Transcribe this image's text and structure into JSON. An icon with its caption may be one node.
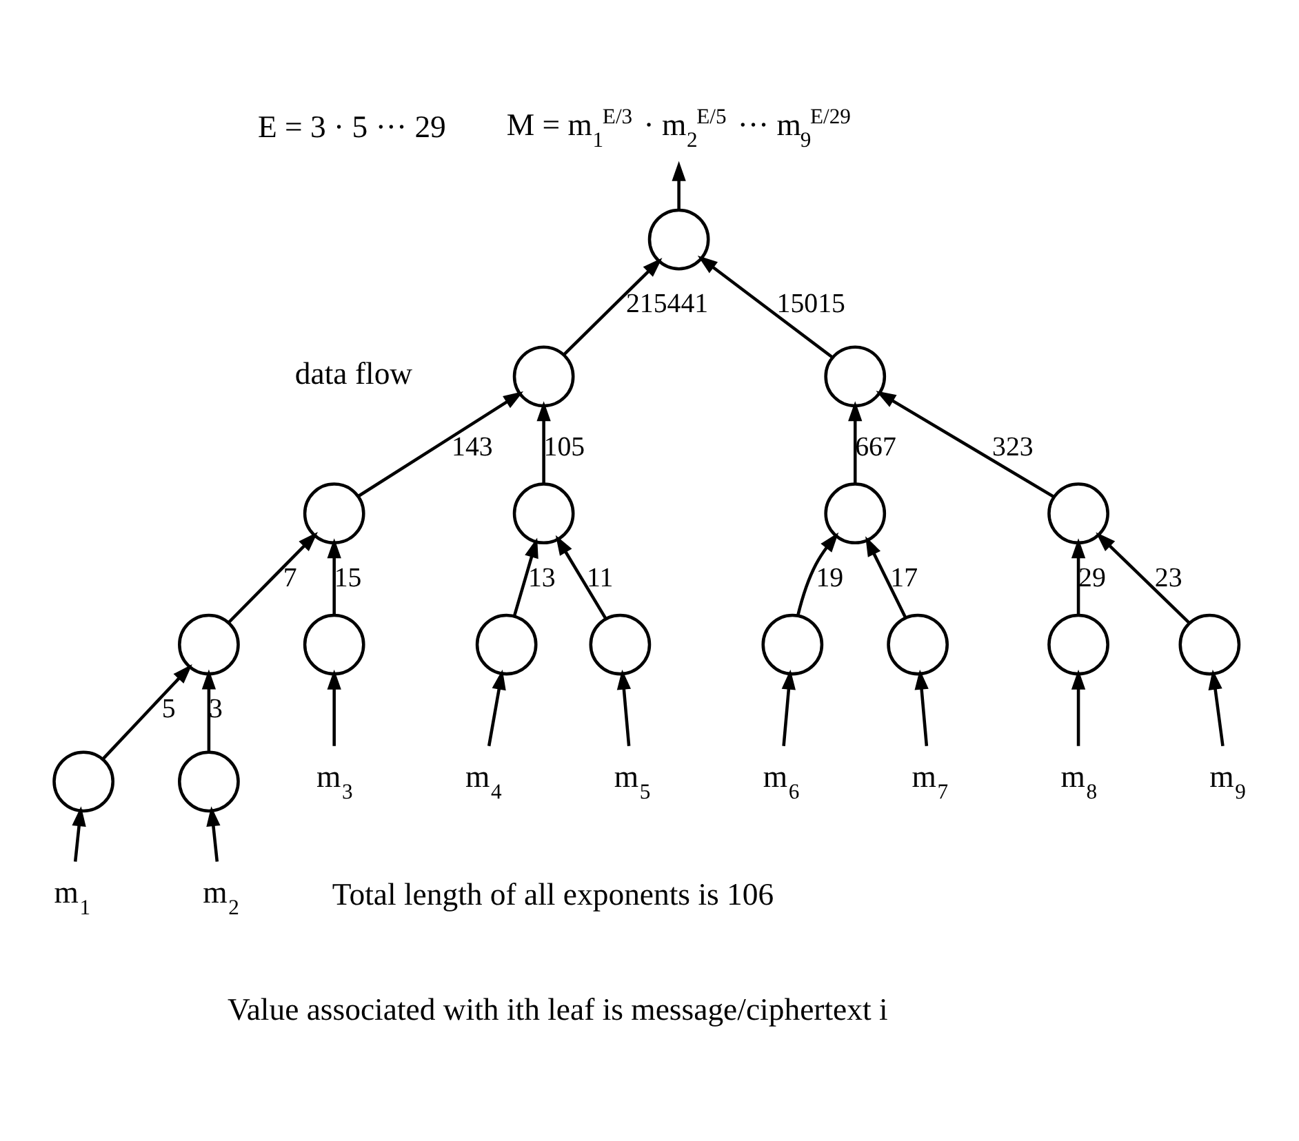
{
  "diagram": {
    "nodes": [
      {
        "text": [
          "M = m$_{1}$$^{E/3}$ · m$_{2}$$^{E/5}$ ··· m$_{9}$$^{E/29}$"
        ]
      },
      {
        "text": [],
        "shape": "circle"
      },
      {
        "text": [],
        "shape": "circle"
      },
      {
        "text": [],
        "shape": "circle"
      },
      {
        "text": [],
        "shape": "circle"
      },
      {
        "text": [],
        "shape": "circle"
      },
      {
        "text": [],
        "shape": "circle"
      },
      {
        "text": [],
        "shape": "circle"
      },
      {
        "text": [],
        "shape": "circle"
      },
      {
        "text": [],
        "shape": "circle"
      },
      {
        "text": [],
        "shape": "circle"
      },
      {
        "text": [],
        "shape": "circle"
      },
      {
        "text": [],
        "shape": "circle"
      },
      {
        "text": [],
        "shape": "circle"
      },
      {
        "text": [],
        "shape": "circle"
      },
      {
        "text": [],
        "shape": "circle"
      },
      {
        "text": [
          "m$_{3}$"
        ]
      },
      {
        "text": [
          "m$_{4}$"
        ]
      },
      {
        "text": [
          "m$_{5}$"
        ]
      },
      {
        "text": [
          "m$_{6}$"
        ]
      },
      {
        "text": [
          "m$_{7}$"
        ]
      },
      {
        "text": [
          "m$_{8}$"
        ]
      },
      {
        "text": [
          "m$_{9}$"
        ]
      },
      {
        "text": [],
        "shape": "circle"
      },
      {
        "text": [],
        "shape": "circle"
      },
      {
        "text": [
          "m$_{1}$"
        ]
      },
      {
        "text": [
          "m$_{2}$"
        ]
      }
    ],
    "edges": [
      {
        "from": 1,
        "to": 0,
        "arrow": "to"
      },
      {
        "from": 2,
        "to": 1,
        "arrow": "to",
        "label": "215441"
      },
      {
        "from": 3,
        "to": 1,
        "arrow": "to",
        "label": "15015"
      },
      {
        "from": 4,
        "to": 2,
        "arrow": "to",
        "label": "143"
      },
      {
        "from": 5,
        "to": 2,
        "arrow": "to",
        "label": "105"
      },
      {
        "from": 6,
        "to": 3,
        "arrow": "to",
        "label": "667"
      },
      {
        "from": 7,
        "to": 3,
        "arrow": "to",
        "label": "323"
      },
      {
        "from": 8,
        "to": 4,
        "arrow": "to",
        "label": "7"
      },
      {
        "from": 9,
        "to": 4,
        "arrow": "to",
        "label": "15"
      },
      {
        "from": 10,
        "to": 5,
        "arrow": "to",
        "label": "13"
      },
      {
        "from": 11,
        "to": 5,
        "arrow": "to",
        "label": "11"
      },
      {
        "from": 12,
        "to": 6,
        "arrow": "to",
        "label": "19"
      },
      {
        "from": 13,
        "to": 6,
        "arrow": "to",
        "label": "17"
      },
      {
        "from": 14,
        "to": 7,
        "arrow": "to",
        "label": "29"
      },
      {
        "from": 15,
        "to": 7,
        "arrow": "to",
        "label": "23"
      },
      {
        "from": 23,
        "to": 8,
        "arrow": "to",
        "label": "5"
      },
      {
        "from": 24,
        "to": 8,
        "arrow": "to",
        "label": "3"
      },
      {
        "from": 16,
        "to": 9,
        "arrow": "to"
      },
      {
        "from": 17,
        "to": 10,
        "arrow": "to"
      },
      {
        "from": 18,
        "to": 11,
        "arrow": "to"
      },
      {
        "from": 19,
        "to": 12,
        "arrow": "to"
      },
      {
        "from": 20,
        "to": 13,
        "arrow": "to"
      },
      {
        "from": 21,
        "to": 14,
        "arrow": "to"
      },
      {
        "from": 22,
        "to": 15,
        "arrow": "to"
      },
      {
        "from": 25,
        "to": 23,
        "arrow": "to"
      },
      {
        "from": 26,
        "to": 24,
        "arrow": "to"
      }
    ],
    "labels": [
      "E = 3 · 5 ··· 29",
      "data flow",
      "Total length of all exponents is 106",
      "Value associated with ith leaf is message/ciphertext i"
    ]
  }
}
